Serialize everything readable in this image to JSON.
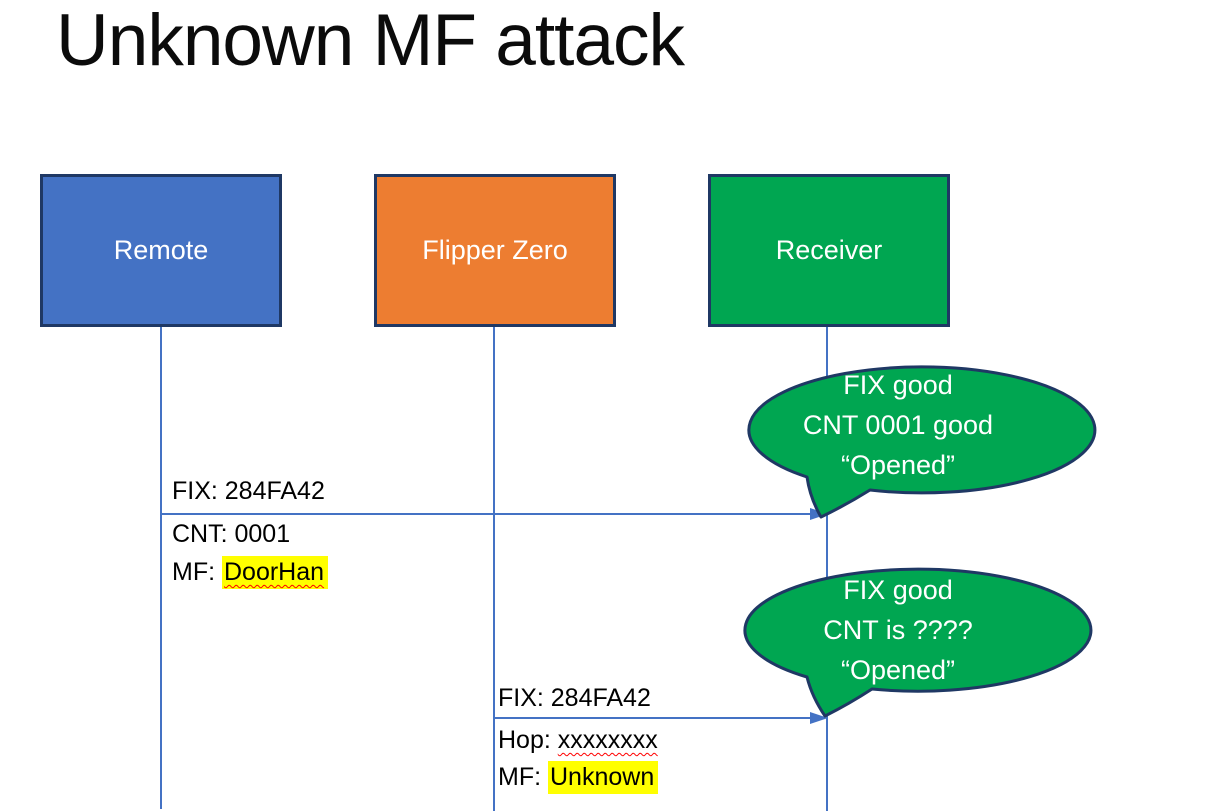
{
  "slide": {
    "title": "Unknown MF attack"
  },
  "actors": [
    {
      "id": "remote",
      "label": "Remote",
      "fill": "#4472c4"
    },
    {
      "id": "flipper-zero",
      "label": "Flipper Zero",
      "fill": "#ed7d31"
    },
    {
      "id": "receiver",
      "label": "Receiver",
      "fill": "#00a651"
    }
  ],
  "messages": [
    {
      "from": "Remote",
      "to": "Receiver",
      "lines": [
        {
          "text": "FIX: 284FA42"
        },
        {
          "text": "CNT: 0001"
        },
        {
          "prefix": "MF: ",
          "mark": "DoorHan",
          "mark_highlight": true,
          "mark_squiggle": true
        }
      ]
    },
    {
      "from": "Flipper Zero",
      "to": "Receiver",
      "lines": [
        {
          "text": "FIX: 284FA42"
        },
        {
          "prefix": "Hop: ",
          "mark": "xxxxxxxx",
          "mark_highlight": false,
          "mark_squiggle": true
        },
        {
          "prefix": "MF: ",
          "mark": "Unknown",
          "mark_highlight": true,
          "mark_squiggle": false
        }
      ]
    }
  ],
  "callouts": [
    {
      "lines": [
        "FIX good",
        "CNT 0001 good",
        "“Opened”"
      ]
    },
    {
      "lines": [
        "FIX good",
        "CNT is ????",
        "“Opened”"
      ]
    }
  ],
  "colors": {
    "actor_border": "#1f3864",
    "line_blue": "#4472c4",
    "callout_fill": "#00a651",
    "callout_border": "#1f3864",
    "callout_text": "#ffffff",
    "highlight_yellow": "#ffff00",
    "squiggle_red": "#ff0000",
    "text_black": "#000000",
    "background": "#ffffff"
  }
}
